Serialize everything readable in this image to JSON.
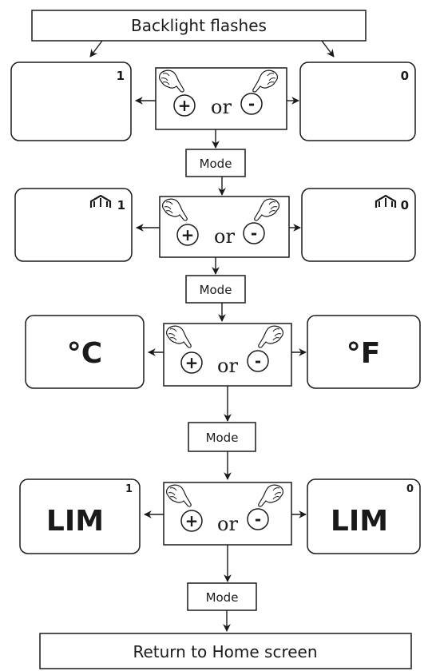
{
  "top_label": "Backlight flashes",
  "bottom_label": "Return to Home screen",
  "mode_label": "Mode",
  "or_label": "or",
  "plus_symbol": "+",
  "minus_symbol": "-",
  "rows": [
    {
      "left_value": "1",
      "right_value": "0"
    },
    {
      "left_value": "1",
      "right_value": "0"
    },
    {
      "left_value": "°C",
      "right_value": "°F"
    },
    {
      "left_value": "LIM",
      "left_sup": "1",
      "right_value": "LIM",
      "right_sup": "0"
    }
  ],
  "colors": {
    "line": "#1a1a1a",
    "background": "#ffffff"
  }
}
